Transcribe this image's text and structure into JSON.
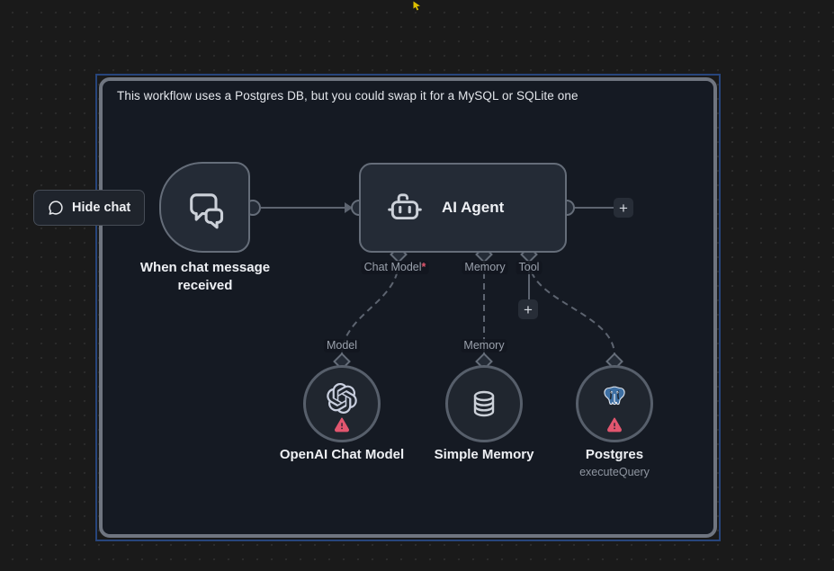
{
  "sticky_note": {
    "text": "This workflow uses a Postgres DB, but you could swap it for a MySQL or SQLite one"
  },
  "chat_panel": {
    "hide_chat_label": "Hide chat"
  },
  "workflow": {
    "trigger": {
      "label": "When chat message received"
    },
    "agent": {
      "title": "AI Agent",
      "ports": {
        "chat_model": "Chat Model",
        "chat_model_required": "*",
        "memory": "Memory",
        "tool": "Tool"
      }
    },
    "connection_labels": {
      "model": "Model",
      "memory": "Memory"
    },
    "subnodes": {
      "openai": {
        "label": "OpenAI Chat Model"
      },
      "simple_memory": {
        "label": "Simple Memory"
      },
      "postgres": {
        "label": "Postgres",
        "operation": "executeQuery"
      }
    },
    "add_button": "+"
  },
  "colors": {
    "canvas_bg": "#1a1a1a",
    "sticky_bg": "#151a23",
    "sticky_border": "#6f7580",
    "selection_outline": "#27457c",
    "node_bg": "#242b36",
    "node_border": "#656d79",
    "wire": "#5d6470",
    "label_gray": "#9aa1ac",
    "required_red": "#e0556d",
    "warning_red": "#e2566f",
    "postgres_blue": "#3d6fa3",
    "cursor_yellow": "#dfc100"
  }
}
